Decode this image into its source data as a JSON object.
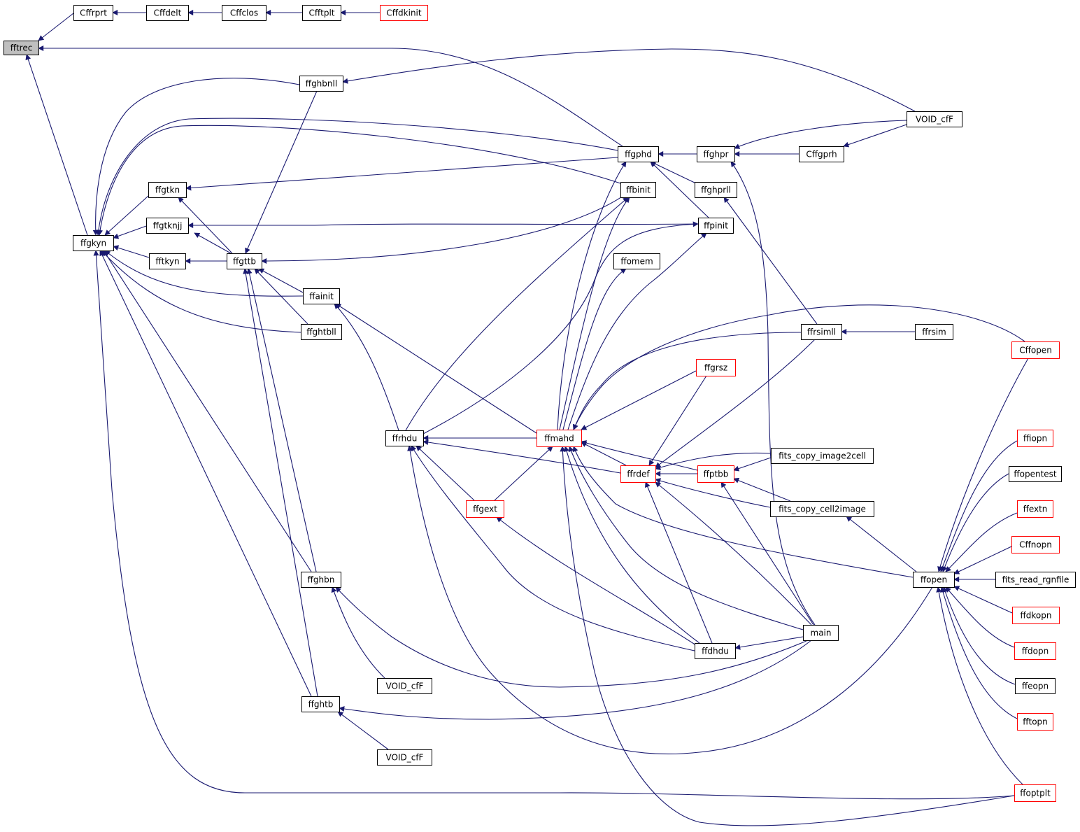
{
  "colors": {
    "edge": "#191970",
    "node_border_normal": "#000000",
    "node_border_truncated": "#ff0000",
    "node_fill": "#ffffff",
    "node_fill_current": "#bfbfbf",
    "text": "#000000"
  },
  "nodes": [
    {
      "id": "fftrec",
      "label": "fftrec",
      "style": "current"
    },
    {
      "id": "cffrprt",
      "label": "Cffrprt",
      "style": "normal"
    },
    {
      "id": "cffdelt",
      "label": "Cffdelt",
      "style": "normal"
    },
    {
      "id": "cffclos",
      "label": "Cffclos",
      "style": "normal"
    },
    {
      "id": "cfftplt",
      "label": "Cfftplt",
      "style": "normal"
    },
    {
      "id": "cffdkinit",
      "label": "Cffdkinit",
      "style": "truncated"
    },
    {
      "id": "ffghbnll",
      "label": "ffghbnll",
      "style": "normal"
    },
    {
      "id": "void_cff_1",
      "label": "VOID_cfF",
      "style": "normal"
    },
    {
      "id": "ffgphd",
      "label": "ffgphd",
      "style": "normal"
    },
    {
      "id": "ffghpr",
      "label": "ffghpr",
      "style": "normal"
    },
    {
      "id": "cffgprh",
      "label": "Cffgprh",
      "style": "normal"
    },
    {
      "id": "ffgtkn",
      "label": "ffgtkn",
      "style": "normal"
    },
    {
      "id": "ffbinit",
      "label": "ffbinit",
      "style": "normal"
    },
    {
      "id": "ffghprll",
      "label": "ffghprll",
      "style": "normal"
    },
    {
      "id": "ffgtknjj",
      "label": "ffgtknjj",
      "style": "normal"
    },
    {
      "id": "ffpinit",
      "label": "ffpinit",
      "style": "normal"
    },
    {
      "id": "ffgkyn",
      "label": "ffgkyn",
      "style": "normal"
    },
    {
      "id": "fftkyn",
      "label": "fftkyn",
      "style": "normal"
    },
    {
      "id": "ffgttb",
      "label": "ffgttb",
      "style": "normal"
    },
    {
      "id": "ffomem",
      "label": "ffomem",
      "style": "normal"
    },
    {
      "id": "ffainit",
      "label": "ffainit",
      "style": "normal"
    },
    {
      "id": "ffghtbll",
      "label": "ffghtbll",
      "style": "normal"
    },
    {
      "id": "ffrsimll",
      "label": "ffrsimll",
      "style": "normal"
    },
    {
      "id": "ffrsim",
      "label": "ffrsim",
      "style": "normal"
    },
    {
      "id": "cffopen",
      "label": "Cffopen",
      "style": "truncated"
    },
    {
      "id": "ffgrsz",
      "label": "ffgrsz",
      "style": "truncated"
    },
    {
      "id": "ffrhdu",
      "label": "ffrhdu",
      "style": "normal"
    },
    {
      "id": "ffmahd",
      "label": "ffmahd",
      "style": "truncated"
    },
    {
      "id": "ffiopn",
      "label": "ffiopn",
      "style": "truncated"
    },
    {
      "id": "fits_copy_image2cell",
      "label": "fits_copy_image2cell",
      "style": "normal"
    },
    {
      "id": "ffrdef",
      "label": "ffrdef",
      "style": "truncated"
    },
    {
      "id": "ffptbb",
      "label": "ffptbb",
      "style": "truncated"
    },
    {
      "id": "ffopentest",
      "label": "ffopentest",
      "style": "normal"
    },
    {
      "id": "ffgext",
      "label": "ffgext",
      "style": "truncated"
    },
    {
      "id": "fits_copy_cell2image",
      "label": "fits_copy_cell2image",
      "style": "normal"
    },
    {
      "id": "ffextn",
      "label": "ffextn",
      "style": "truncated"
    },
    {
      "id": "cffnopn",
      "label": "Cffnopn",
      "style": "truncated"
    },
    {
      "id": "ffghbn",
      "label": "ffghbn",
      "style": "normal"
    },
    {
      "id": "ffopen",
      "label": "ffopen",
      "style": "normal"
    },
    {
      "id": "fits_read_rgnfile",
      "label": "fits_read_rgnfile",
      "style": "normal"
    },
    {
      "id": "ffdkopn",
      "label": "ffdkopn",
      "style": "truncated"
    },
    {
      "id": "main",
      "label": "main",
      "style": "normal"
    },
    {
      "id": "ffdhdu",
      "label": "ffdhdu",
      "style": "normal"
    },
    {
      "id": "ffdopn",
      "label": "ffdopn",
      "style": "truncated"
    },
    {
      "id": "void_cff_2",
      "label": "VOID_cfF",
      "style": "normal"
    },
    {
      "id": "ffeopn",
      "label": "ffeopn",
      "style": "normal"
    },
    {
      "id": "ffghtb",
      "label": "ffghtb",
      "style": "normal"
    },
    {
      "id": "fftopn",
      "label": "fftopn",
      "style": "truncated"
    },
    {
      "id": "void_cff_3",
      "label": "VOID_cfF",
      "style": "normal"
    },
    {
      "id": "ffoptplt",
      "label": "ffoptplt",
      "style": "truncated"
    }
  ],
  "edges": [
    [
      "cffrprt",
      "fftrec"
    ],
    [
      "cffdelt",
      "cffrprt"
    ],
    [
      "cffclos",
      "cffdelt"
    ],
    [
      "cfftplt",
      "cffclos"
    ],
    [
      "cffdkinit",
      "cfftplt"
    ],
    [
      "ffgphd",
      "fftrec"
    ],
    [
      "ffgkyn",
      "fftrec"
    ],
    [
      "void_cff_1",
      "ffghbnll"
    ],
    [
      "ffghbnll",
      "ffgkyn"
    ],
    [
      "ffgphd",
      "ffgkyn"
    ],
    [
      "ffbinit",
      "ffgkyn"
    ],
    [
      "ffgtkn",
      "ffgkyn"
    ],
    [
      "ffgtknjj",
      "ffgkyn"
    ],
    [
      "fftkyn",
      "ffgkyn"
    ],
    [
      "ffainit",
      "ffgkyn"
    ],
    [
      "ffghtbll",
      "ffgkyn"
    ],
    [
      "ffghbn",
      "ffgkyn"
    ],
    [
      "ffghtb",
      "ffgkyn"
    ],
    [
      "ffoptplt",
      "ffgkyn"
    ],
    [
      "ffgphd",
      "ffgtkn"
    ],
    [
      "ffgttb",
      "ffgtkn"
    ],
    [
      "ffpinit",
      "ffgtknjj"
    ],
    [
      "ffgttb",
      "ffgtknjj"
    ],
    [
      "ffgttb",
      "fftkyn"
    ],
    [
      "ffghbnll",
      "ffgttb"
    ],
    [
      "ffbinit",
      "ffgttb"
    ],
    [
      "ffainit",
      "ffgttb"
    ],
    [
      "ffghtbll",
      "ffgttb"
    ],
    [
      "ffghbn",
      "ffgttb"
    ],
    [
      "ffghtb",
      "ffgttb"
    ],
    [
      "ffghpr",
      "ffgphd"
    ],
    [
      "ffghprll",
      "ffgphd"
    ],
    [
      "ffpinit",
      "ffgphd"
    ],
    [
      "cffgprh",
      "ffghpr"
    ],
    [
      "void_cff_1",
      "ffghpr"
    ],
    [
      "void_cff_1",
      "cffgprh"
    ],
    [
      "ffrsimll",
      "ffghprll"
    ],
    [
      "main",
      "ffghpr"
    ],
    [
      "ffrsim",
      "ffrsimll"
    ],
    [
      "ffrhdu",
      "ffbinit"
    ],
    [
      "ffmahd",
      "ffbinit"
    ],
    [
      "ffrhdu",
      "ffpinit"
    ],
    [
      "ffmahd",
      "ffpinit"
    ],
    [
      "ffmahd",
      "ffomem"
    ],
    [
      "ffmahd",
      "ffgphd"
    ],
    [
      "ffmahd",
      "ffainit"
    ],
    [
      "ffrhdu",
      "ffainit"
    ],
    [
      "ffmahd",
      "ffrhdu"
    ],
    [
      "ffrdef",
      "ffrhdu"
    ],
    [
      "ffgext",
      "ffrhdu"
    ],
    [
      "ffdhdu",
      "ffrhdu"
    ],
    [
      "ffopen",
      "ffrhdu"
    ],
    [
      "ffgrsz",
      "ffmahd"
    ],
    [
      "ffrsimll",
      "ffmahd"
    ],
    [
      "cffopen",
      "ffmahd"
    ],
    [
      "ffrdef",
      "ffmahd"
    ],
    [
      "ffptbb",
      "ffmahd"
    ],
    [
      "ffgext",
      "ffmahd"
    ],
    [
      "ffdhdu",
      "ffmahd"
    ],
    [
      "main",
      "ffmahd"
    ],
    [
      "ffopen",
      "ffmahd"
    ],
    [
      "ffoptplt",
      "ffmahd"
    ],
    [
      "ffptbb",
      "ffrdef"
    ],
    [
      "fits_copy_image2cell",
      "ffrdef"
    ],
    [
      "fits_copy_cell2image",
      "ffrdef"
    ],
    [
      "ffdhdu",
      "ffrdef"
    ],
    [
      "main",
      "ffrdef"
    ],
    [
      "ffrsimll",
      "ffrdef"
    ],
    [
      "ffgrsz",
      "ffrdef"
    ],
    [
      "fits_copy_image2cell",
      "ffptbb"
    ],
    [
      "fits_copy_cell2image",
      "ffptbb"
    ],
    [
      "main",
      "ffptbb"
    ],
    [
      "ffdhdu",
      "ffgext"
    ],
    [
      "main",
      "ffdhdu"
    ],
    [
      "main",
      "ffghbn"
    ],
    [
      "main",
      "ffghtb"
    ],
    [
      "void_cff_2",
      "ffghbn"
    ],
    [
      "void_cff_3",
      "ffghtb"
    ],
    [
      "ffopen",
      "fits_copy_cell2image"
    ],
    [
      "cffopen",
      "ffopen"
    ],
    [
      "ffiopn",
      "ffopen"
    ],
    [
      "ffopentest",
      "ffopen"
    ],
    [
      "ffextn",
      "ffopen"
    ],
    [
      "cffnopn",
      "ffopen"
    ],
    [
      "fits_read_rgnfile",
      "ffopen"
    ],
    [
      "ffdkopn",
      "ffopen"
    ],
    [
      "ffdopn",
      "ffopen"
    ],
    [
      "ffeopn",
      "ffopen"
    ],
    [
      "fftopn",
      "ffopen"
    ],
    [
      "ffoptplt",
      "ffopen"
    ]
  ]
}
